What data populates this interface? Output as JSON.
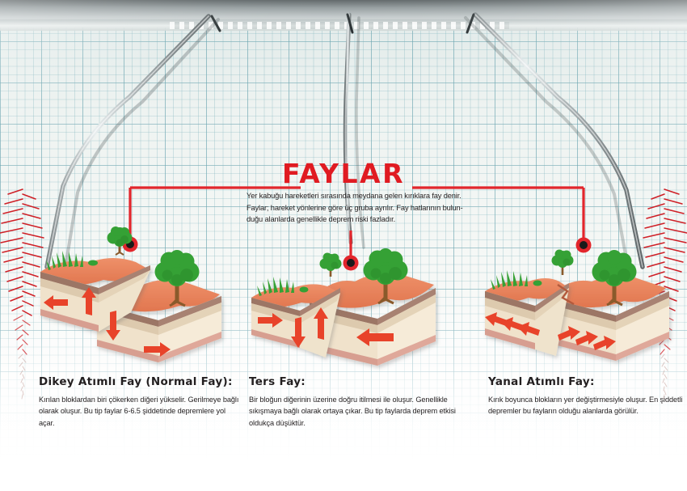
{
  "title": "FAYLAR",
  "intro": {
    "lines": [
      "Yer kabuğu hareketleri sırasında meydana gelen kırıklara fay denir.",
      "Faylar; hareket yönlerine göre üç gruba ayrılır. Fay hatlarının bulun-",
      "duğu alanlarda genellikle deprem riski fazladır."
    ]
  },
  "colors": {
    "accent_red": "#e01b22",
    "marker_red": "#e2262c",
    "marker_core": "#1a1a1a",
    "arrow_red": "#e8432a",
    "soil_top": "#e8825f",
    "soil_band": "#9c7665",
    "soil_mid": "#d9c7ae",
    "soil_light": "#f3e7d4",
    "soil_base": "#d9a89a",
    "foliage": "#3aa63a",
    "trunk": "#8a5a2b",
    "grid_blue": "#468c9b",
    "paper_bg": "#eef3f1"
  },
  "faults": [
    {
      "id": "normal-fault",
      "heading": "Dikey Atımlı Fay (Normal Fay):",
      "body": "Kırılan bloklardan biri çökerken diğeri yükselir. Gerilmeye bağlı olarak oluşur. Bu tip faylar 6-6.5 şiddetinde depremlere yol açar.",
      "arrows": [
        "left",
        "up",
        "down",
        "right"
      ]
    },
    {
      "id": "reverse-fault",
      "heading": "Ters Fay:",
      "body": "Bir bloğun diğerinin üzerine doğru itilmesi ile oluşur. Genellikle sıkışmaya bağlı olarak ortaya çıkar. Bu tip faylarda deprem etkisi oldukça düşüktür.",
      "arrows": [
        "right",
        "down",
        "up",
        "left"
      ]
    },
    {
      "id": "strike-slip-fault",
      "heading": "Yanal Atımlı Fay:",
      "body": "Kırık boyunca blokların yer değiştirmesiyle oluşur. En şiddetli depremler bu fayların olduğu alanlarda görülür.",
      "arrows": [
        "left",
        "left",
        "left",
        "right",
        "right",
        "right"
      ]
    }
  ]
}
